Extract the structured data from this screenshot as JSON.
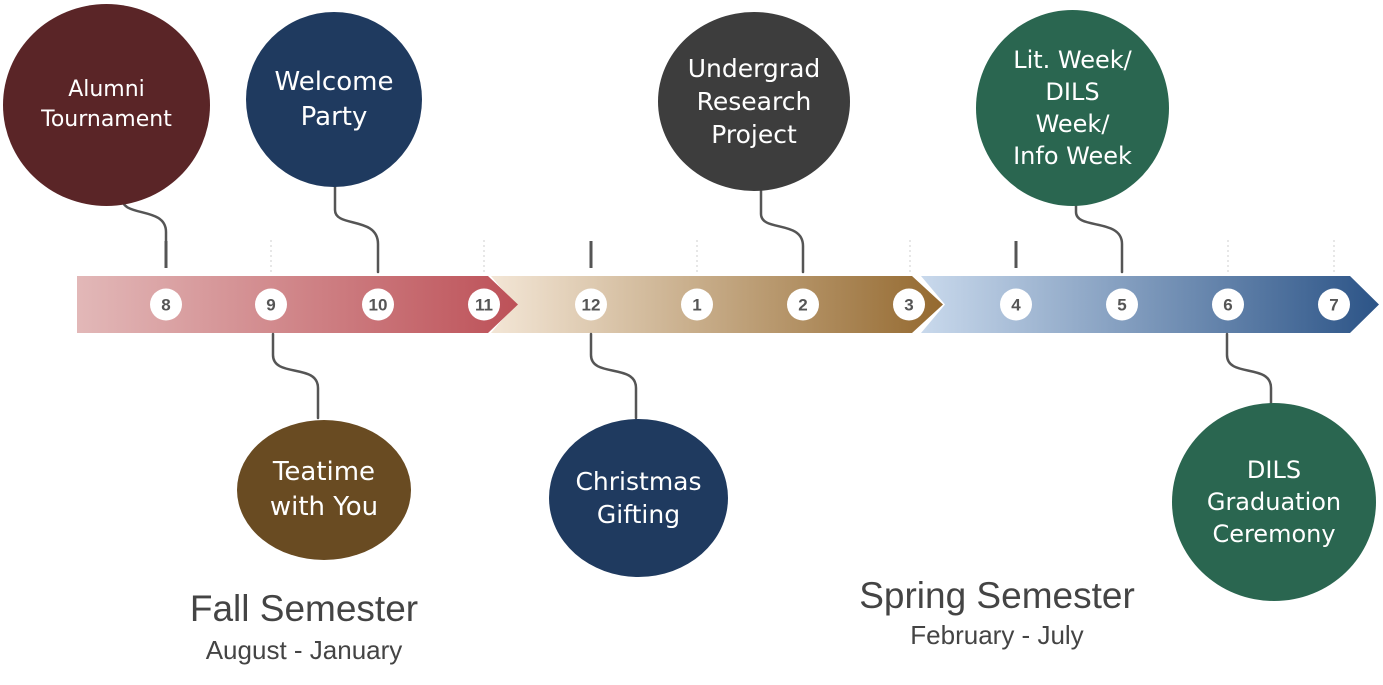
{
  "months": [
    "8",
    "9",
    "10",
    "11",
    "12",
    "1",
    "2",
    "3",
    "4",
    "5",
    "6",
    "7"
  ],
  "events": [
    {
      "label": "Alumni\nTournament",
      "color": "#5a2527"
    },
    {
      "label": "Welcome\nParty",
      "color": "#1f3a5f"
    },
    {
      "label": "Teatime\nwith You",
      "color": "#694b22"
    },
    {
      "label": "Christmas\nGifting",
      "color": "#1f3a5f"
    },
    {
      "label": "Undergrad\nResearch\nProject",
      "color": "#3d3d3d"
    },
    {
      "label": "Lit. Week/\nDILS\nWeek/\nInfo Week",
      "color": "#2a6650"
    },
    {
      "label": "DILS\nGraduation\nCeremony",
      "color": "#2a6650"
    }
  ],
  "semesters": {
    "fall": {
      "title": "Fall Semester",
      "range": "August - January"
    },
    "spring": {
      "title": "Spring Semester",
      "range": "February - July"
    }
  },
  "colors": {
    "fall_start": "#e2b8b8",
    "fall_end": "#bd5158",
    "winter_start": "#f3e6d6",
    "winter_end": "#94692f",
    "spring_start": "#c9d9ec",
    "spring_end": "#2c5487",
    "connector": "#555555",
    "tick": "#555555"
  }
}
